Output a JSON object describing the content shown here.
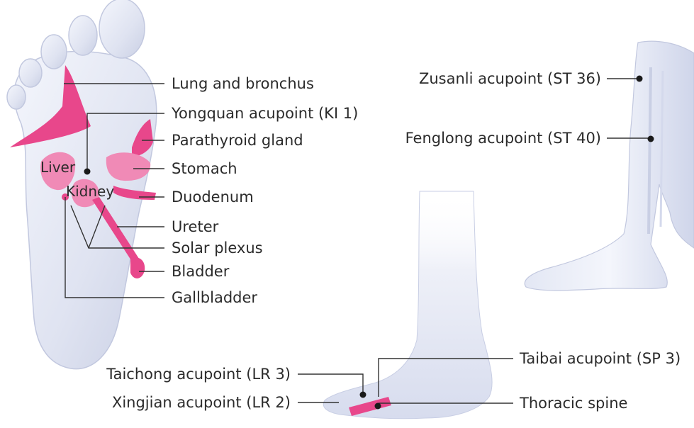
{
  "colors": {
    "skin_light": "#f2f4fb",
    "skin_mid": "#d6dbee",
    "skin_shadow": "#b9c0da",
    "reflex_zone": "#e8478b",
    "reflex_zone_light": "#f08ab6",
    "leader_line": "#333333",
    "text": "#2b2b2b"
  },
  "sole": {
    "organ_labels": {
      "liver": "Liver",
      "kidney": "Kidney"
    },
    "callouts": [
      "Lung and bronchus",
      "Yongquan acupoint (KI 1)",
      "Parathyroid gland",
      "Stomach",
      "Duodenum",
      "Ureter",
      "Solar plexus",
      "Bladder",
      "Gallbladder"
    ]
  },
  "leg_upper_right": {
    "callouts": [
      "Zusanli acupoint (ST 36)",
      "Fenglong  acupoint (ST 40)"
    ]
  },
  "leg_bottom": {
    "callouts_left": [
      "Taichong  acupoint (LR 3)",
      "Xingjian  acupoint (LR 2)"
    ],
    "callouts_right": [
      "Taibai  acupoint (SP 3)",
      "Thoracic spine"
    ]
  }
}
